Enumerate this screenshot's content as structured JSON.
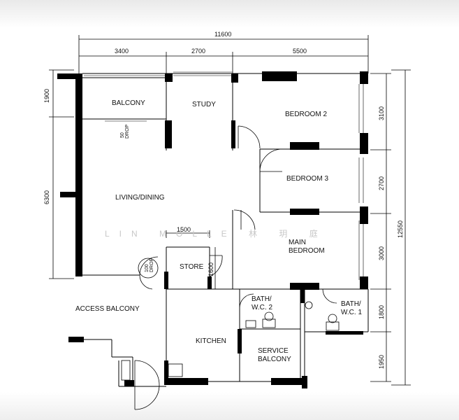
{
  "rooms": {
    "balcony": "BALCONY",
    "study": "STUDY",
    "bedroom2": "BEDROOM 2",
    "bedroom3": "BEDROOM 3",
    "living_dining": "LIVING/DINING",
    "main_bedroom_1": "MAIN",
    "main_bedroom_2": "BEDROOM",
    "store": "STORE",
    "access_balcony": "ACCESS   BALCONY",
    "kitchen": "KITCHEN",
    "bath2_1": "BATH/",
    "bath2_2": "W.C. 2",
    "bath1_1": "BATH/",
    "bath1_2": "W.C. 1",
    "service_1": "SERVICE",
    "service_2": "BALCONY"
  },
  "drops": {
    "balcony_drop_value": "50",
    "balcony_drop_label": "DROP",
    "door_drop_value": "100",
    "door_drop_label": "DROP"
  },
  "dimensions": {
    "overall_width": "11600",
    "top_1": "3400",
    "top_2": "2700",
    "top_3": "5500",
    "left_1": "1900",
    "left_2": "6300",
    "right_1": "3100",
    "right_2": "2700",
    "right_3": "3000",
    "right_4": "1800",
    "right_5": "1950",
    "overall_height": "12550",
    "store_width": "1500",
    "store_height": "1600"
  },
  "watermark": "LIN  MOLLE  林 玥 庭"
}
